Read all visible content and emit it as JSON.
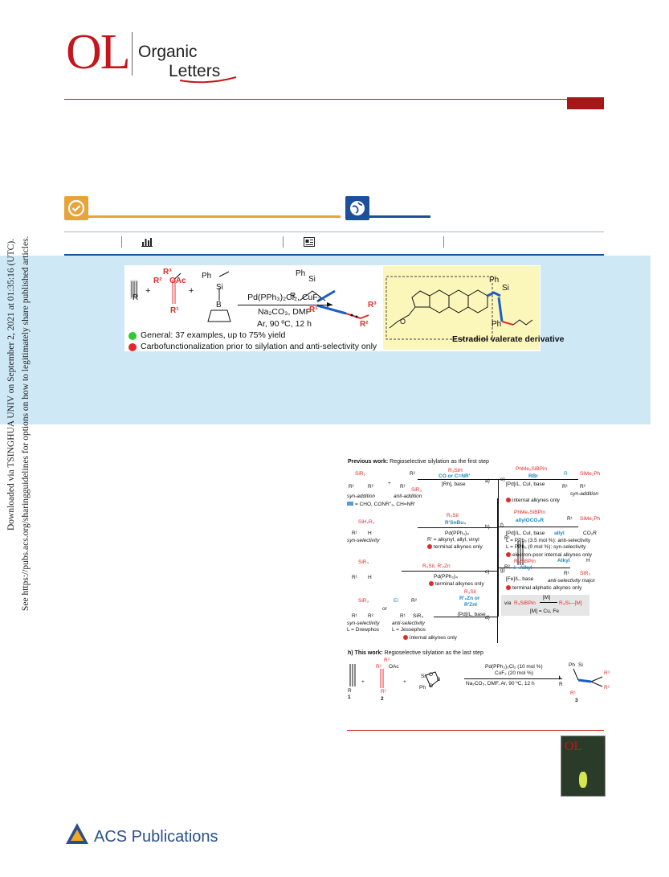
{
  "journal": {
    "logo_letters": "OL",
    "name_line1": "Organic",
    "name_line2": "Letters"
  },
  "watermark": {
    "line1": "Downloaded via TSINGHUA UNIV on September 2, 2021 at 01:35:16 (UTC).",
    "line2": "See https://pubs.acs.org/sharingguidelines for options on how to legitimately share published articles."
  },
  "toc": {
    "reagent_top": "Pd(PPh₃)₂Cl₂, CuF₂",
    "reagent_mid": "Na₂CO₃, DMF",
    "reagent_bot": "Ar, 90 ºC, 12 h",
    "bullet_green": "General: 37 examples, up to 75% yield",
    "bullet_red": "Carbofunctionalization prior to silylation and anti-selectivity only",
    "derivative_label": "Estradiol valerate derivative",
    "plus": "+",
    "R": "R",
    "R1": "R¹",
    "R2": "R²",
    "R3": "R³",
    "OAc": "OAc",
    "Ph": "Ph",
    "Si": "Si",
    "B": "B",
    "O": "O",
    "colors": {
      "green": "#2ecc2e",
      "red": "#e12b2b",
      "accent_blue": "#1c4f9c"
    }
  },
  "figure": {
    "prev_title_bold": "Previous work:",
    "prev_title": " Regioselective silylation as the first step",
    "a_reagent1": "R₃SiH",
    "a_reagent2": "CO or C=NR'",
    "a_cond": "[Rh], base",
    "a_label": "a)",
    "a_prod1": "syn-addition",
    "a_prod2": "anti-addition",
    "a_note": "= CHO, CONR''₂, CH=NR'",
    "b_reagent1": "R₃SiI",
    "b_reagent2": "R'SnBu₃",
    "b_cond": "Pd(PPh₃)₄",
    "b_note": "R' = alkynyl, allyl, vinyl",
    "b_only": "terminal alkynes only",
    "b_label": "b)",
    "b_sel": "syn-selectivity",
    "c_reagent": "R₃SiI, R'₂Zn",
    "c_cond": "Pd(PPh₃)₄",
    "c_only": "terminal alkynes only",
    "c_label": "c)",
    "d_reagent1": "R₃SiI",
    "d_reagent2": "R'₂Zn or",
    "d_reagent3": "R'ZnI",
    "d_cond": "[Pd]/L, base",
    "d_label": "d)",
    "d_sel1": "syn-selectivity",
    "d_lig1": "L = Drewphos",
    "d_or": "or",
    "d_sel2": "anti-selectivity",
    "d_lig2": "L = Jessephos",
    "d_only": "internal alkynes only",
    "e_reagent1": "PhMe₂SiBPin",
    "e_reagent2": "RBr",
    "e_cond": "[Pd]/L, CuI, base",
    "e_label": "e)",
    "e_sel": "syn-addition",
    "e_only": "internal alkynes only",
    "f_reagent1": "PhMe₂SiBPin",
    "f_reagent2": "allylOCO₂R",
    "f_cond": "[Pd]/L, CuI, base",
    "f_label": "f)",
    "f_l1": "L = PPh₃ (3.5 mol %): anti-selectivity",
    "f_l2": "L = PPh₃ (0 mol %): syn-selectivity",
    "f_only": "electron-poor internal alkynes only",
    "g_reagent1": "R₃SiBPin",
    "g_reagent2": "I– Alkyl",
    "g_cond": "[Fe]/L, base",
    "g_label": "g)",
    "g_sel": "anti-selectivity major",
    "g_only": "terminal aliphatic alkynes only",
    "via": "via",
    "via_reagent": "R₃SiBPin",
    "via_M": "[M]",
    "via_product": "R₃Si—[M]",
    "via_metals": "[M] = Cu, Fe",
    "h_title_bold": "h) This work:",
    "h_title": " Regioselective silylation as the last step",
    "h_cond1": "Pd(PPh₃)₂Cl₂ (10 mol %)",
    "h_cond2": "CuF₂ (20 mol %)",
    "h_cond3": "Na₂CO₃, DMF, Ar, 90 ºC, 12 h",
    "h_c1": "1",
    "h_c2": "2",
    "h_c3": "3",
    "SiR3": "SiR₃",
    "SiMe2Ph": "SiMe₂Ph",
    "SiH2R3": "SiH₂R₃",
    "CO2R": "CO₂R",
    "allyl": "allyl",
    "Alkyl": "Alkyl",
    "H": "H",
    "El": "El"
  },
  "publisher": {
    "name": "ACS Publications"
  }
}
